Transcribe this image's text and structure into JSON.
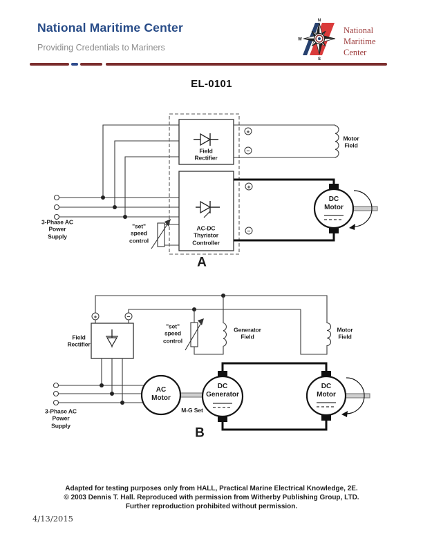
{
  "header": {
    "title": "National Maritime Center",
    "subtitle": "Providing Credentials to Mariners",
    "logo_text": "National\nMaritime\nCenter",
    "compass_letters": {
      "n": "N",
      "w": "W",
      "s": "S"
    },
    "colors": {
      "title_blue": "#274b87",
      "rule_red": "#7b2d2d",
      "rule_blue": "#2e4a8c",
      "logo_stripe_red": "#da3b3b",
      "logo_text_red": "#9c3b3b"
    }
  },
  "doc_code": "EL-0101",
  "labels": {
    "supply": "3-Phase AC\nPower\nSupply",
    "speed_control": "\"set\"\nspeed\ncontrol",
    "field_rectifier": "Field\nRectifier",
    "thyristor_controller": "AC-DC\nThyristor\nController",
    "motor_field": "Motor\nField",
    "generator_field": "Generator\nField",
    "ac_motor": "AC\nMotor",
    "dc_generator": "DC\nGenerator",
    "dc_motor": "DC\nMotor",
    "mg_set": "M-G Set",
    "plus": "+",
    "minus": "−",
    "section_a": "A",
    "section_b": "B"
  },
  "footer": {
    "line1": "Adapted for testing purposes only from HALL, Practical Marine Electrical Knowledge, 2E.",
    "line2": "© 2003 Dennis T. Hall. Reproduced with permission from Witherby Publishing Group, LTD.",
    "line3": "Further reproduction prohibited without permission.",
    "date": "4/13/2015"
  }
}
